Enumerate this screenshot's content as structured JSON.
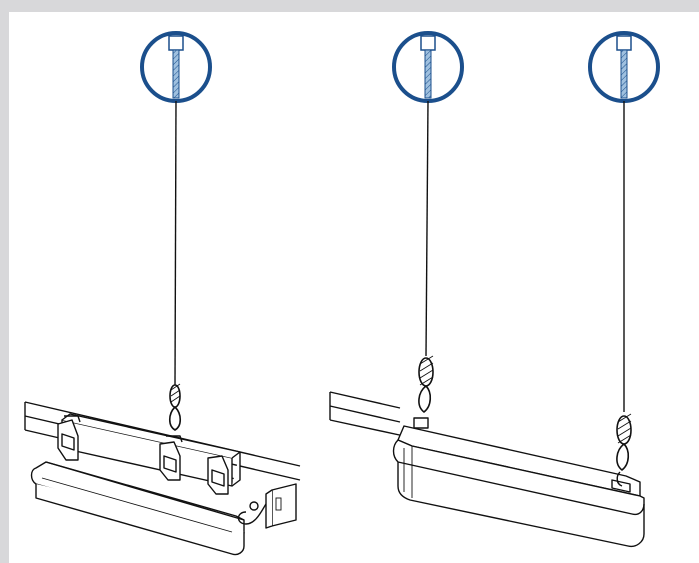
{
  "colors": {
    "frame": "#d8d8da",
    "accent": "#1b4f8c",
    "cable_fill": "#9fc0df",
    "line": "#111111",
    "background": "#ffffff"
  },
  "figure": {
    "panels": [
      {
        "name": "fixture-with-clips",
        "cable_count": 1
      },
      {
        "name": "fixture-direct",
        "cable_count": 2
      }
    ]
  }
}
